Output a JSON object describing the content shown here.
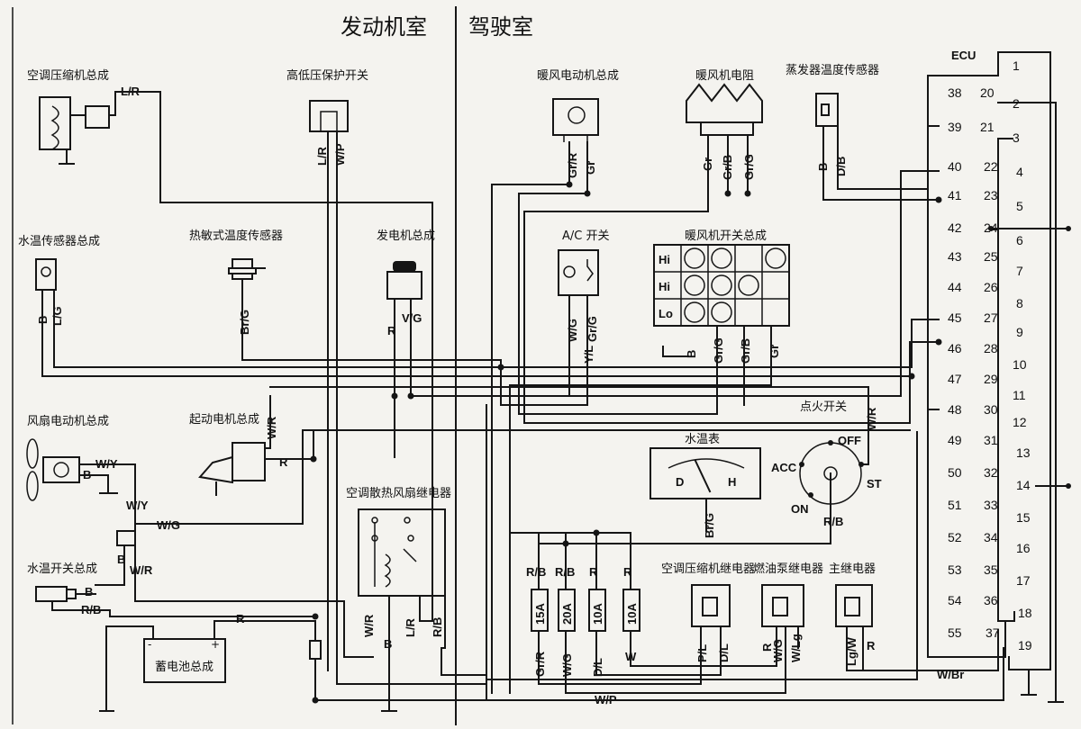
{
  "sections": {
    "engine_room": "发动机室",
    "cabin": "驾驶室"
  },
  "components": {
    "ac_compressor": "空调压缩机总成",
    "hi_lo_pressure_switch": "高低压保护开关",
    "coolant_temp_sensor": "水温传感器总成",
    "thermistor_temp_sensor": "热敏式温度传感器",
    "alternator": "发电机总成",
    "starter_motor": "起动电机总成",
    "fan_motor": "风扇电动机总成",
    "ac_fan_relay": "空调散热风扇继电器",
    "coolant_switch": "水温开关总成",
    "battery": "蓄电池总成",
    "blower_motor": "暖风电动机总成",
    "blower_resistor": "暖风机电阻",
    "evaporator_sensor": "蒸发器温度传感器",
    "ac_switch": "A/C 开关",
    "heater_switch": "暖风机开关总成",
    "ignition_switch": "点火开关",
    "temp_gauge": "水温表",
    "ac_comp_relay": "空调压缩机继电器",
    "fuel_pump_relay": "燃油泵继电器",
    "main_relay": "主继电器",
    "ecu": "ECU"
  },
  "wire_labels": {
    "l_r": "L/R",
    "w_p": "W/P",
    "b": "B",
    "l_g": "L/G",
    "br_g": "Br/G",
    "r": "R",
    "v_g": "V/G",
    "w_r": "W/R",
    "w_y": "W/Y",
    "w_g": "W/G",
    "r_b": "R/B",
    "gr_r": "Gr/R",
    "gr": "Gr",
    "gr_b": "Gr/B",
    "gr_g": "Gr/G",
    "d_b": "D/B",
    "y_l": "Y/L",
    "d_l": "D/L",
    "w": "W",
    "p_l": "P/L",
    "w_lg": "W/Lg",
    "lg_w": "Lg/W",
    "w_br": "W/Br"
  },
  "switch_positions": {
    "hi1": "Hi",
    "hi2": "Hi",
    "lo": "Lo"
  },
  "ignition_positions": {
    "off": "OFF",
    "acc": "ACC",
    "on": "ON",
    "st": "ST"
  },
  "gauge_marks": {
    "d": "D",
    "h": "H"
  },
  "fuses": {
    "f15": "15A",
    "f20": "20A",
    "f10a": "10A",
    "f10b": "10A"
  },
  "battery_terminals": {
    "neg": "-",
    "pos": "+"
  },
  "ecu_left_column": [
    "38",
    "39",
    "40",
    "41",
    "42",
    "43",
    "44",
    "45",
    "46",
    "47",
    "48",
    "49",
    "50",
    "51",
    "52",
    "53",
    "54",
    "55"
  ],
  "ecu_mid_column": [
    "20",
    "21",
    "22",
    "23",
    "24",
    "25",
    "26",
    "27",
    "28",
    "29",
    "30",
    "31",
    "32",
    "33",
    "34",
    "35",
    "36",
    "37"
  ],
  "ecu_right_column": [
    "1",
    "2",
    "3",
    "4",
    "5",
    "6",
    "7",
    "8",
    "9",
    "10",
    "11",
    "12",
    "13",
    "14",
    "15",
    "16",
    "17",
    "18",
    "19"
  ]
}
